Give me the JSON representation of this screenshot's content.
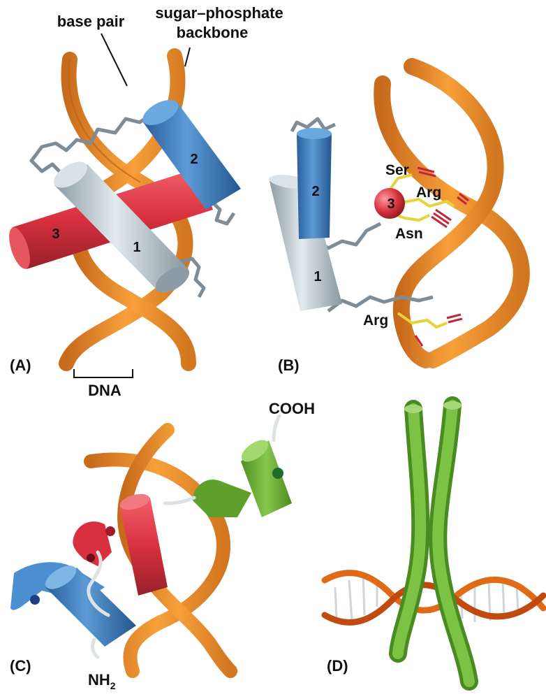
{
  "panels": {
    "a": {
      "letter": "(A)",
      "base_pair": "base pair",
      "backbone_line1": "sugar–phosphate",
      "backbone_line2": "backbone",
      "dna": "DNA",
      "helix1": "1",
      "helix2": "2",
      "helix3": "3"
    },
    "b": {
      "letter": "(B)",
      "helix1": "1",
      "helix2": "2",
      "helix3": "3",
      "ser": "Ser",
      "arg_top": "Arg",
      "asn": "Asn",
      "arg_bottom": "Arg"
    },
    "c": {
      "letter": "(C)",
      "cooh": "COOH",
      "nh2_main": "NH",
      "nh2_sub": "2"
    },
    "d": {
      "letter": "(D)"
    }
  },
  "colors": {
    "ribbon": "#f0902a",
    "ribbon_dark": "#b8621a",
    "rung": "#a9b7c0",
    "helix_blue": "#3d7fc4",
    "helix_red": "#d8303e",
    "helix_grey": "#b8c6ce",
    "helix_green": "#6fb23a",
    "hbond": "#c0283a",
    "sidechain": "#e4d43a"
  }
}
